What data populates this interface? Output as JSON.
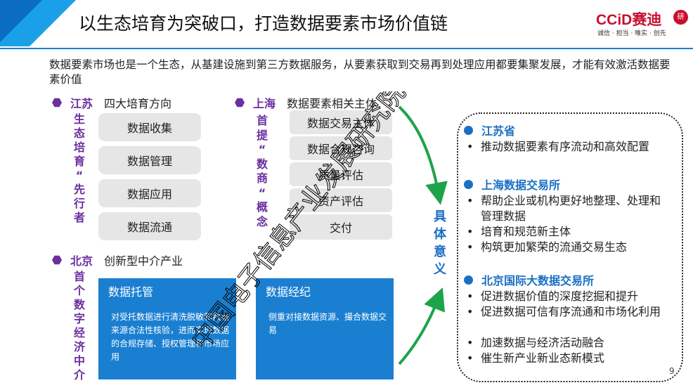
{
  "title": "以生态培育为突破口，打造数据要素市场价值链",
  "logo": {
    "main": "CCiD赛迪",
    "sub": "诚信 · 担当 · 唯实 · 创先",
    "badge": "研"
  },
  "intro": "数据要素市场也是一个生态，从基建设施到第三方数据服务，从要素获取到交易再到处理应用都要集聚发展，才能有效激活数据要素价值",
  "jiangsu": {
    "name": "江苏",
    "desc": "四大培育方向",
    "vertical": [
      "生",
      "态",
      "培",
      "育",
      "“",
      "先",
      "行",
      "者"
    ],
    "items": [
      "数据收集",
      "数据管理",
      "数据应用",
      "数据流通"
    ]
  },
  "shanghai": {
    "name": "上海",
    "desc": "数据要素相关主体",
    "vertical": [
      "首",
      "提",
      "“",
      "数",
      "商",
      "“",
      "概",
      "念"
    ],
    "items": [
      "数据交易主体",
      "数据合规咨询",
      "质量评估",
      "资产评估",
      "交付"
    ]
  },
  "beijing": {
    "name": "北京",
    "desc": "创新型中介产业",
    "vertical": [
      "首",
      "个",
      "数",
      "字",
      "经",
      "济",
      "中",
      "介"
    ],
    "box1": {
      "title": "数据托管",
      "desc": "对受托数据进行清洗脱敏和数据来源合法性核验，进而实现数据的合规存储、授权管理和市场应用"
    },
    "box2": {
      "title": "数据经纪",
      "desc": "侧重对接数据资源、撮合数据交易"
    }
  },
  "center_label": [
    "具",
    "体",
    "意",
    "义"
  ],
  "panel": {
    "sections": [
      {
        "title": "江苏省",
        "bullets": [
          "推动数据要素有序流动和高效配置"
        ]
      },
      {
        "title": "上海数据交易所",
        "bullets": [
          "帮助企业或机构更好地整理、处理和管理数据",
          "培育和规范新主体",
          "构筑更加繁荣的流通交易生态"
        ]
      },
      {
        "title": "北京国际大数据交易所",
        "bullets": [
          "促进数据价值的深度挖掘和提升",
          "促进数据可信有序流通和市场化利用",
          "加速数据与经济活动融合",
          "催生新产业新业态新模式"
        ]
      }
    ],
    "bullet_char": "•"
  },
  "watermark": "中国电子信息产业发展研究院",
  "page_number": "9",
  "colors": {
    "accent_blue": "#1a7fd1",
    "purple": "#6b2fa0",
    "arrow_green": "#1fa34a",
    "logo_red": "#c8102e"
  }
}
